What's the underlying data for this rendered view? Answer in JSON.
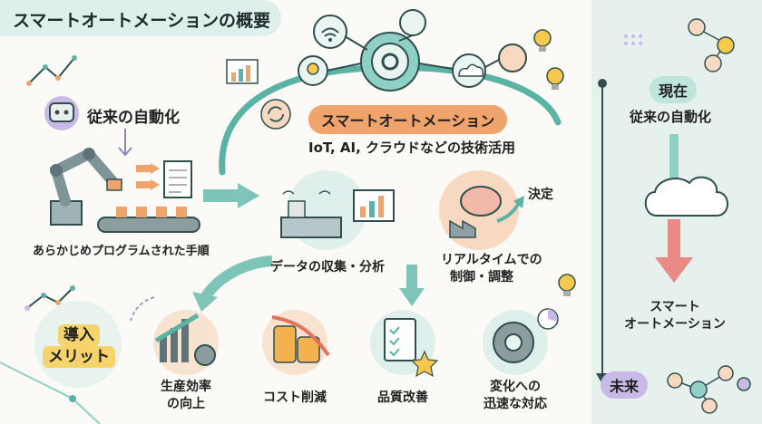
{
  "title": "スマートオートメーションの概要",
  "traditional": {
    "heading": "従来の自動化",
    "caption": "あらかじめプログラムされた手順"
  },
  "smart": {
    "heading": "スマートオートメーション",
    "subtitle": "IoT, AI, クラウドなどの技術活用",
    "data_label": "データの収集・分析",
    "decision_label": "決定",
    "control_label_line1": "リアルタイムでの",
    "control_label_line2": "制御・調整"
  },
  "benefits": {
    "badge_line1": "導入",
    "badge_line2": "メリット",
    "items": [
      {
        "line1": "生産効率",
        "line2": "の向上",
        "icon": "productivity-chart-icon"
      },
      {
        "line1": "コスト削減",
        "line2": "",
        "icon": "coin-stack-icon"
      },
      {
        "line1": "品質改善",
        "line2": "",
        "icon": "quality-checklist-icon"
      },
      {
        "line1": "変化への",
        "line2": "迅速な対応",
        "icon": "gear-dial-icon"
      }
    ]
  },
  "timeline": {
    "now_label": "現在",
    "now_caption": "従来の自動化",
    "future_caption_line1": "スマート",
    "future_caption_line2": "オートメーション",
    "future_label": "未来"
  },
  "colors": {
    "teal": "#5bb3a6",
    "orange": "#f0a36a",
    "purple": "#c9b9e6",
    "panel": "#e6f1ee"
  }
}
